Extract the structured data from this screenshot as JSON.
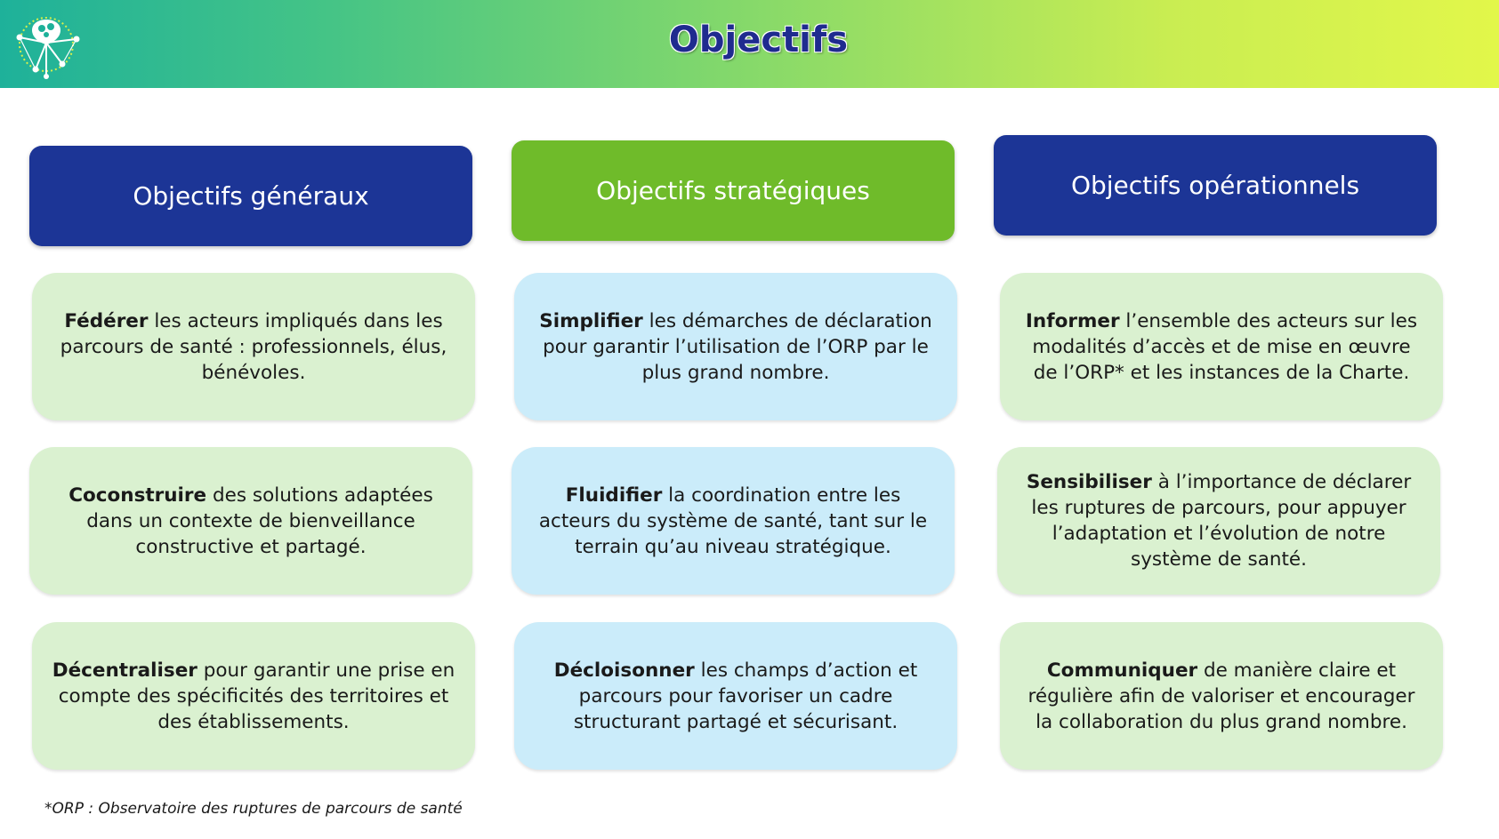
{
  "header": {
    "title": "Objectifs",
    "logo_icon": "network-figure-logo-icon"
  },
  "columns": [
    {
      "heading": "Objectifs généraux",
      "color": "#1c3596",
      "cards": [
        {
          "keyword": "Fédérer",
          "text": " les acteurs impliqués dans les parcours de santé : professionnels, élus, bénévoles."
        },
        {
          "keyword": "Coconstruire",
          "text": " des solutions adaptées dans un contexte de bienveillance constructive et partagé."
        },
        {
          "keyword": "Décentraliser",
          "text": " pour garantir une prise en compte des spécificités des territoires et des établissements."
        }
      ]
    },
    {
      "heading": "Objectifs stratégiques",
      "color": "#6fbb2a",
      "cards": [
        {
          "keyword": "Simplifier",
          "text": " les démarches de déclaration pour garantir l’utilisation de l’ORP par le plus grand nombre."
        },
        {
          "keyword": "Fluidifier",
          "text": " la coordination entre les acteurs du système de santé, tant sur le terrain qu’au niveau stratégique."
        },
        {
          "keyword": "Décloisonner",
          "text": " les champs d’action et parcours pour favoriser un cadre structurant partagé et sécurisant."
        }
      ]
    },
    {
      "heading": "Objectifs opérationnels",
      "color": "#1c3596",
      "cards": [
        {
          "keyword": "Informer",
          "text": " l’ensemble des acteurs sur les modalités d’accès et de mise en œuvre de l’ORP* et les instances de la Charte."
        },
        {
          "keyword": "Sensibiliser",
          "text": " à l’importance de déclarer les ruptures de parcours, pour appuyer l’adaptation et l’évolution de notre système de santé."
        },
        {
          "keyword": "Communiquer",
          "text": " de manière claire et régulière afin de valoriser et encourager la collaboration du plus grand nombre."
        }
      ]
    }
  ],
  "footnote": "*ORP : Observatoire des ruptures de parcours de santé"
}
